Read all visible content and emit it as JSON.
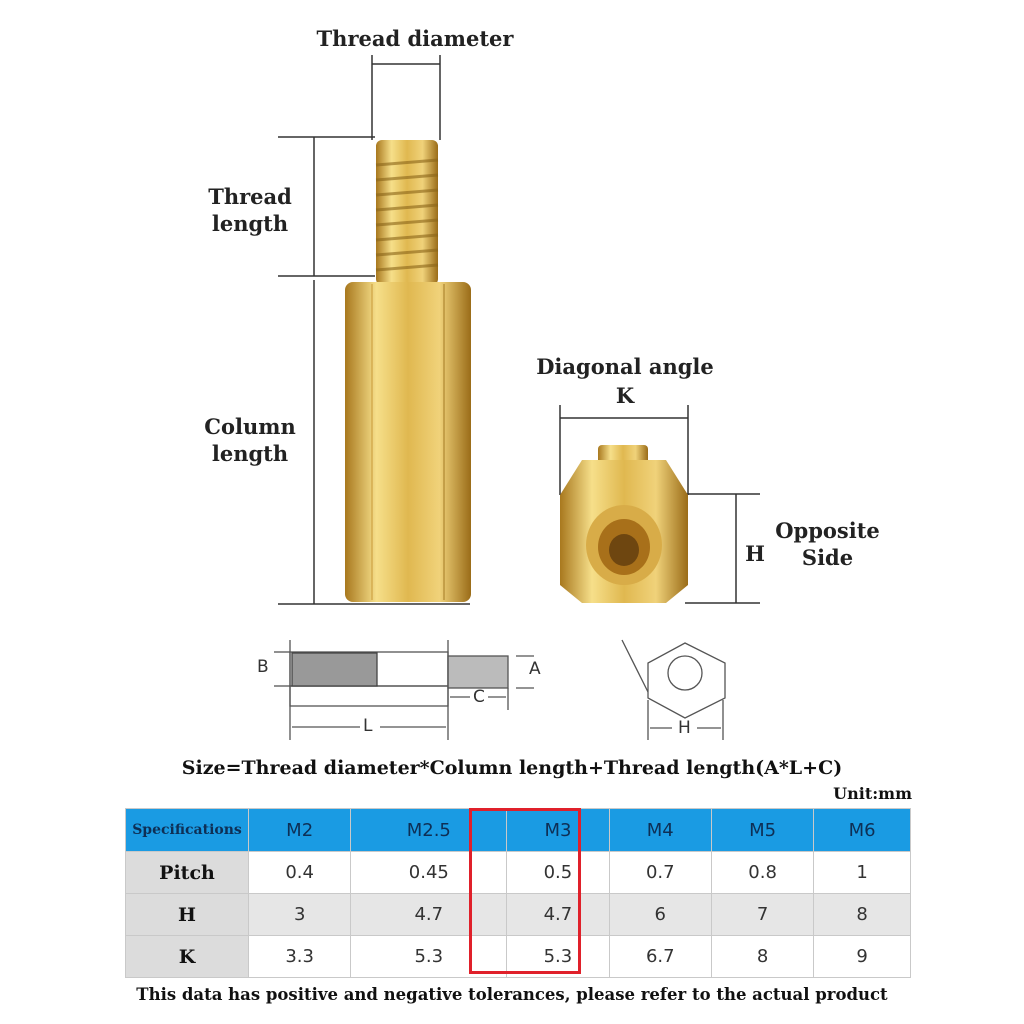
{
  "labels": {
    "thread_diameter": "Thread diameter",
    "thread_length": "Thread length",
    "column_length": "Column length",
    "diagonal_angle": "Diagonal angle",
    "k": "K",
    "h": "H",
    "opposite_side": "Opposite Side"
  },
  "schematic": {
    "b": "B",
    "a": "A",
    "c": "C",
    "l": "L",
    "h": "H"
  },
  "formula": "Size=Thread diameter*Column length+Thread length(A*L+C)",
  "unit": "Unit:mm",
  "table": {
    "header": [
      "Specifications",
      "M2",
      "M2.5",
      "M3",
      "M4",
      "M5",
      "M6"
    ],
    "rows": [
      {
        "label": "Pitch",
        "values": [
          "0.4",
          "0.45",
          "0.5",
          "0.7",
          "0.8",
          "1"
        ]
      },
      {
        "label": "H",
        "values": [
          "3",
          "4.7",
          "4.7",
          "6",
          "7",
          "8"
        ]
      },
      {
        "label": "K",
        "values": [
          "3.3",
          "5.3",
          "5.3",
          "6.7",
          "8",
          "9"
        ]
      }
    ],
    "highlighted_column": "M3",
    "highlight_color": "#e0202a",
    "header_color": "#1a9be3"
  },
  "note": "This data has positive and negative tolerances, please refer to the actual product"
}
